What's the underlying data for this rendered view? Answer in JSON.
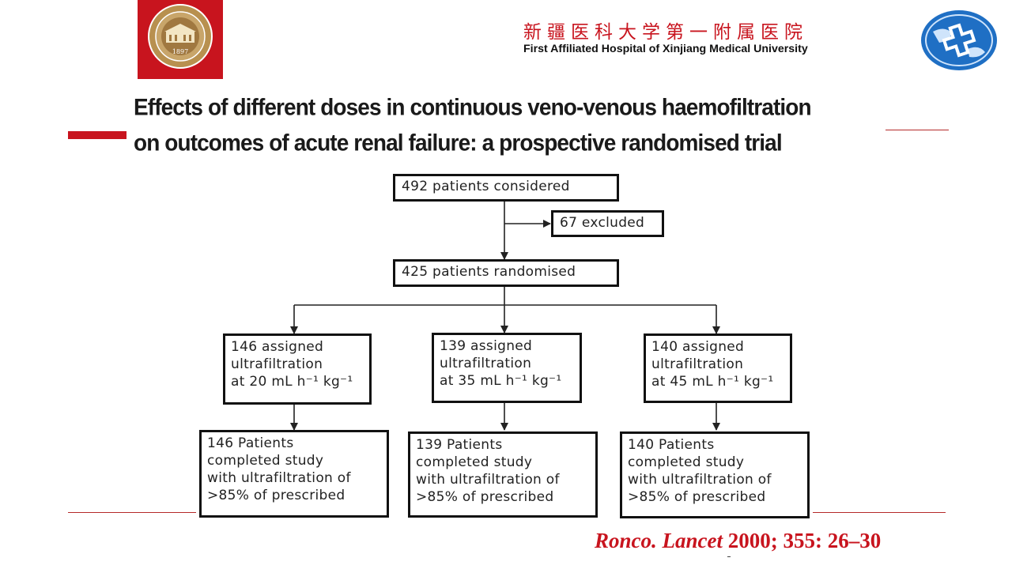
{
  "header": {
    "hospital_name_cn": "新疆医科大学第一附属医院",
    "hospital_name_en": "First Affiliated Hospital of Xinjiang Medical University",
    "left_logo_year": "1897",
    "brand_color": "#c8141e"
  },
  "title": {
    "line1": "Effects of different doses in continuous veno-venous haemofiltration",
    "line2": "on outcomes of acute renal failure: a prospective randomised trial"
  },
  "flowchart": {
    "considered": "492 patients considered",
    "excluded": "67 excluded",
    "randomised": "425 patients randomised",
    "arms": [
      {
        "assigned": "146 assigned\nultrafiltration\nat 20 mL h⁻¹ kg⁻¹",
        "completed": "146 Patients\ncompleted study\nwith ultrafiltration of\n>85% of prescribed"
      },
      {
        "assigned": "139 assigned\nultrafiltration\nat 35 mL h⁻¹ kg⁻¹",
        "completed": "139 Patients\ncompleted study\nwith ultrafiltration of\n>85% of prescribed"
      },
      {
        "assigned": "140 assigned\nultrafiltration\nat 45 mL h⁻¹ kg⁻¹",
        "completed": "140 Patients\ncompleted study\nwith ultrafiltration of\n>85% of prescribed"
      }
    ]
  },
  "citation": {
    "author_journal": "Ronco. Lancet",
    "details": " 2000; 355: 26–30"
  }
}
